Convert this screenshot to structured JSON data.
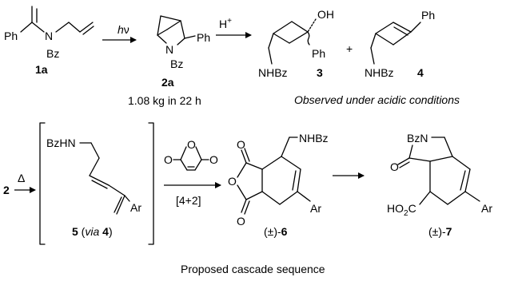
{
  "atoms": {
    "ph": "Ph",
    "n": "N",
    "bz": "Bz",
    "oh": "OH",
    "nhbz": "NHBz",
    "bzhn": "BzHN",
    "bzn": "BzN",
    "ar": "Ar",
    "o": "O",
    "ho2c_main": "HO",
    "ho2c_sub": "2",
    "ho2c_c": "C"
  },
  "reagents": {
    "hv_h": "h",
    "hv_nu": "ν",
    "acid_h": "H",
    "acid_plus": "+",
    "heat": "Δ",
    "cycloaddition": "[4+2]"
  },
  "compounds": {
    "c1a": "1a",
    "c2a": "2a",
    "c3": "3",
    "c4": "4",
    "c2": "2",
    "c5_num": "5",
    "c5_open": " (",
    "c5_via": "via",
    "c5_ref": " 4",
    "c5_close": ")",
    "c6_rac": "(±)-",
    "c6_num": "6",
    "c7_rac": "(±)-",
    "c7_num": "7",
    "plus": "+"
  },
  "captions": {
    "scale": "1.08 kg in 22 h",
    "acidic": "Observed under acidic conditions",
    "cascade": "Proposed cascade sequence"
  }
}
